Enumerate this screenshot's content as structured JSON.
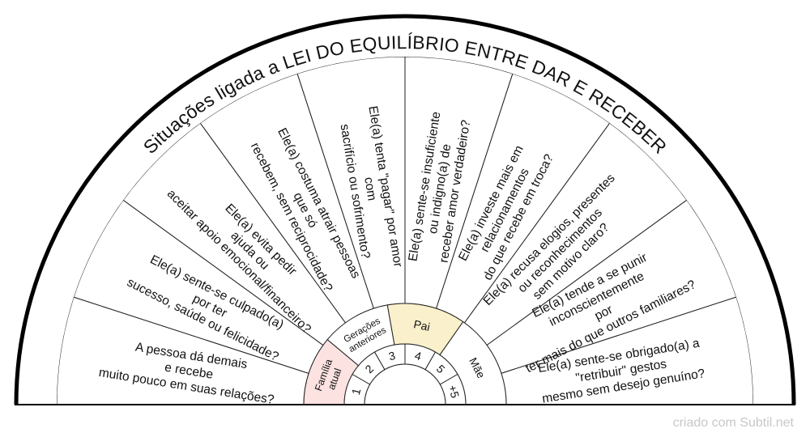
{
  "title": "Situações ligada a LEI DO EQUILÍBRIO ENTRE DAR E RECEBER",
  "colors": {
    "familia": "#fde2e2",
    "pai": "#faf0cc",
    "stroke": "#222222",
    "outline": "#000000"
  },
  "segments": [
    {
      "lines": [
        "A pessoa dá demais",
        "e recebe",
        "muito pouco em suas relações?"
      ]
    },
    {
      "lines": [
        "Ele(a) sente-se culpado(a)",
        "por ter",
        "sucesso, saúde ou felicidade?"
      ]
    },
    {
      "lines": [
        "Ele(a) evita pedir",
        "ajuda ou",
        "aceitar apoio emocional/financeiro?"
      ]
    },
    {
      "lines": [
        "Ele(a) costuma atrair pessoas",
        "que só",
        "recebem, sem reciprocidade?"
      ]
    },
    {
      "lines": [
        "Ele(a) tenta \"pagar\" por amor",
        "com",
        "sacrifício ou sofrimento?"
      ]
    },
    {
      "lines": [
        "Ele(a) sente-se insuficiente",
        "ou indigno(a) de",
        "receber amor verdadeiro?"
      ]
    },
    {
      "lines": [
        "Ele(a) investe mais em",
        "relacionamentos",
        "do que recebe em troca?"
      ]
    },
    {
      "lines": [
        "Ele(a) recusa elogios, presentes",
        "ou reconhecimentos",
        "sem motivo claro?"
      ]
    },
    {
      "lines": [
        "Ele(a) tende a se punir",
        "inconscientemente",
        "por",
        "ter mais do que outros familiares?"
      ]
    },
    {
      "lines": [
        "Ele(a) sente-se obrigado(a) a",
        "\"retribuir\" gestos",
        "mesmo sem desejo genuíno?"
      ]
    }
  ],
  "inner": {
    "familia": [
      "Família",
      "atual"
    ],
    "geracoes": [
      "Gerações",
      "anteriores"
    ],
    "pai": "Pai",
    "mae": "Mãe",
    "numbers": [
      "1",
      "2",
      "3",
      "4",
      "5",
      "+5"
    ]
  },
  "footer": "criado com Subtil.net"
}
